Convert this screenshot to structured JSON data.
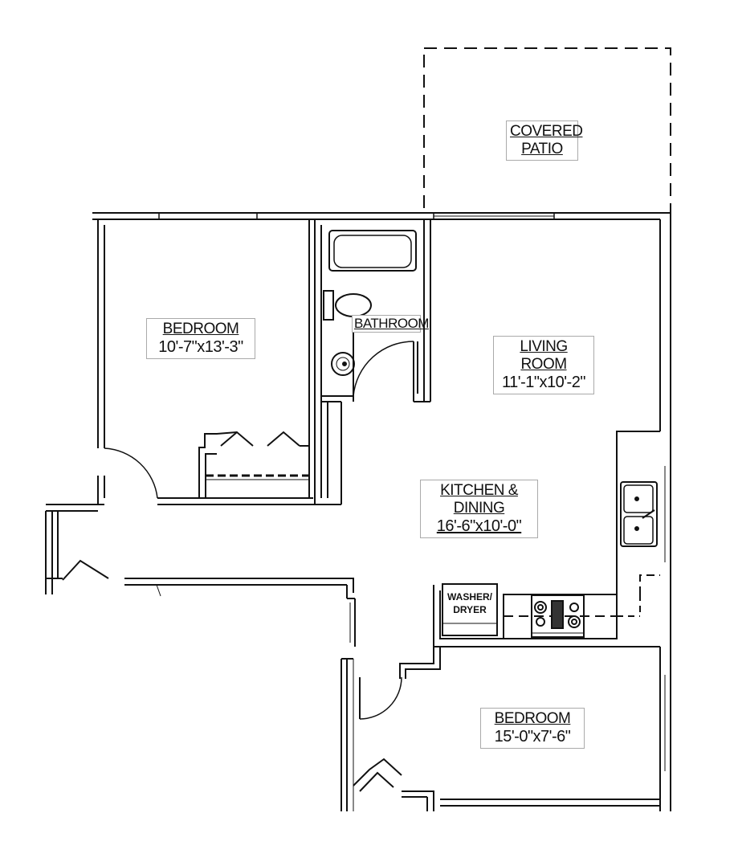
{
  "rooms": {
    "covered_patio": {
      "line1": "COVERED",
      "line2": "PATIO"
    },
    "bedroom_1": {
      "name": "BEDROOM",
      "size": "10'-7\"x13'-3\""
    },
    "bathroom": {
      "name": "BATHROOM"
    },
    "living_room": {
      "name": "LIVING ROOM",
      "size": "11'-1\"x10'-2\""
    },
    "kitchen_dining": {
      "name": "KITCHEN & DINING",
      "size": "16'-6\"x10'-0\""
    },
    "bedroom_2": {
      "name": "BEDROOM",
      "size": "15'-0\"x7'-6\""
    }
  },
  "fixtures": {
    "washer_dryer": {
      "line1": "WASHER/",
      "line2": "DRYER"
    }
  }
}
